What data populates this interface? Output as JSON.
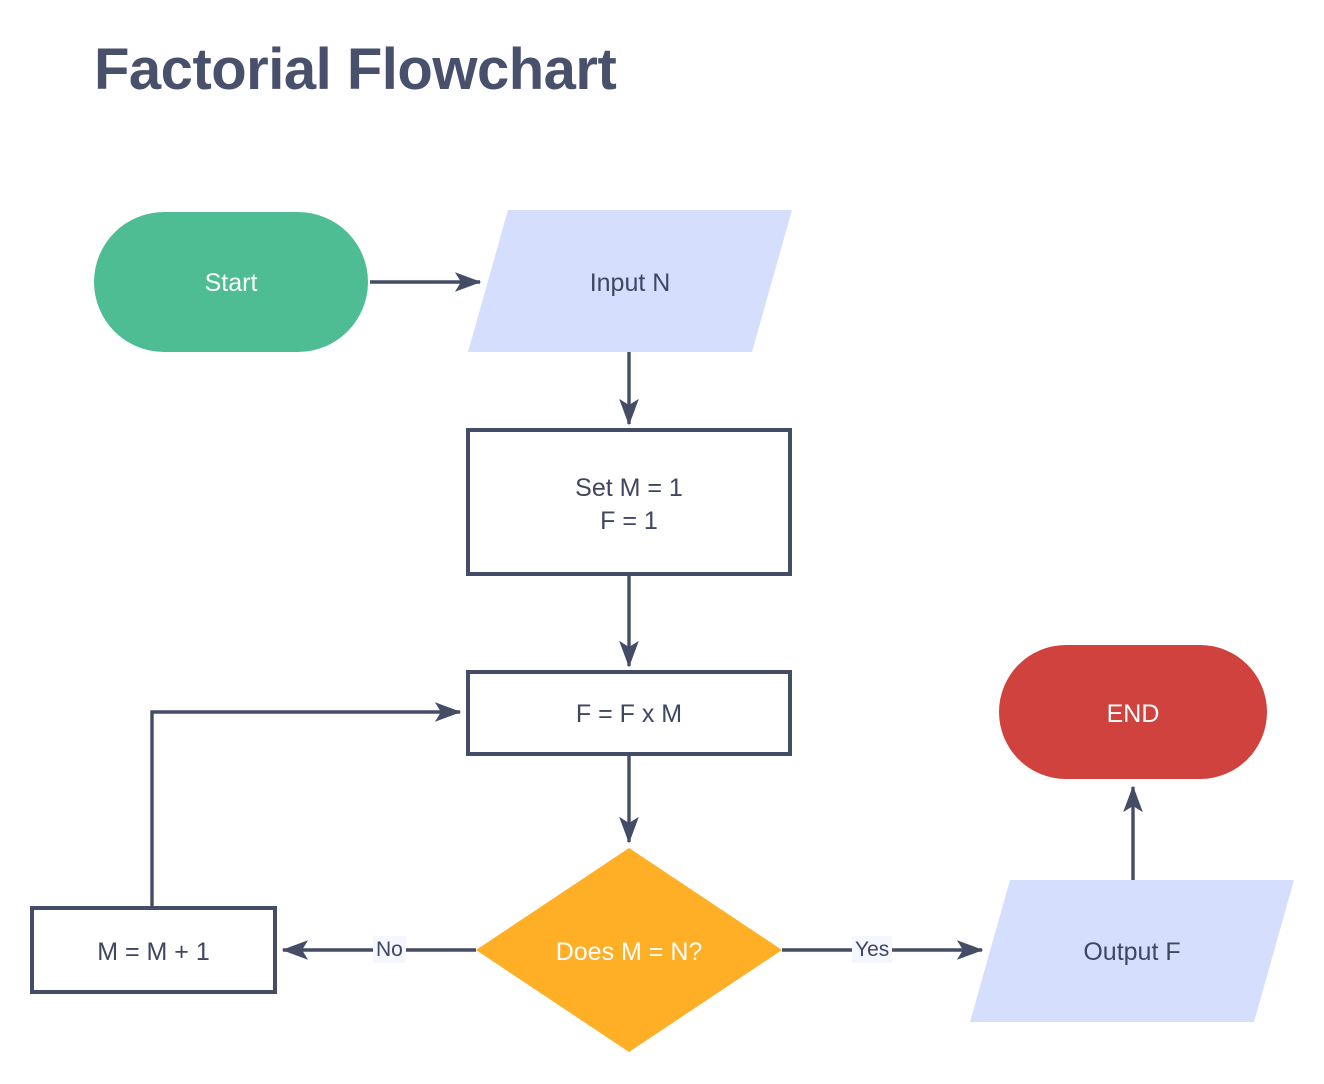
{
  "page": {
    "title": "Factorial Flowchart",
    "background_color": "#ffffff"
  },
  "theme": {
    "stroke_color": "#454C66",
    "title_color": "#48506B",
    "text_on_light": "#3F4660",
    "text_on_dark": "#ffffff",
    "start_fill": "#4FBD94",
    "end_fill": "#D0423E",
    "io_fill": "#D5DFFD",
    "decision_fill": "#FFAF26",
    "process_fill": "#ffffff",
    "edge_label_bg": "#F4F7FD"
  },
  "chart_data": {
    "type": "diagram",
    "diagram_kind": "flowchart",
    "title": "Factorial Flowchart",
    "nodes": [
      {
        "id": "start",
        "label": "Start",
        "shape": "stadium",
        "fill": "#4FBD94",
        "text_color": "#ffffff"
      },
      {
        "id": "input",
        "label": "Input N",
        "shape": "parallelogram",
        "fill": "#D5DFFD",
        "text_color": "#3F4660"
      },
      {
        "id": "init",
        "label": "Set M = 1\nF = 1",
        "shape": "rectangle",
        "fill": "#ffffff",
        "text_color": "#3F4660"
      },
      {
        "id": "mult",
        "label": "F = F x M",
        "shape": "rectangle",
        "fill": "#ffffff",
        "text_color": "#3F4660"
      },
      {
        "id": "decide",
        "label": "Does M = N?",
        "shape": "diamond",
        "fill": "#FFAF26",
        "text_color": "#ffffff"
      },
      {
        "id": "incr",
        "label": "M = M + 1",
        "shape": "rectangle",
        "fill": "#ffffff",
        "text_color": "#3F4660"
      },
      {
        "id": "output",
        "label": "Output F",
        "shape": "parallelogram",
        "fill": "#D5DFFD",
        "text_color": "#3F4660"
      },
      {
        "id": "end",
        "label": "END",
        "shape": "stadium",
        "fill": "#D0423E",
        "text_color": "#ffffff"
      }
    ],
    "edges": [
      {
        "from": "start",
        "to": "input",
        "label": ""
      },
      {
        "from": "input",
        "to": "init",
        "label": ""
      },
      {
        "from": "init",
        "to": "mult",
        "label": ""
      },
      {
        "from": "mult",
        "to": "decide",
        "label": ""
      },
      {
        "from": "decide",
        "to": "incr",
        "label": "No"
      },
      {
        "from": "incr",
        "to": "mult",
        "label": ""
      },
      {
        "from": "decide",
        "to": "output",
        "label": "Yes"
      },
      {
        "from": "output",
        "to": "end",
        "label": ""
      }
    ]
  },
  "nodes": {
    "start": {
      "label": "Start"
    },
    "input": {
      "label": "Input N"
    },
    "init": {
      "line1": "Set M = 1",
      "line2": "F = 1"
    },
    "mult": {
      "label": "F = F x M"
    },
    "decide": {
      "label": "Does M = N?"
    },
    "incr": {
      "label": "M = M + 1"
    },
    "output": {
      "label": "Output F"
    },
    "end": {
      "label": "END"
    }
  },
  "edge_labels": {
    "no": "No",
    "yes": "Yes"
  }
}
